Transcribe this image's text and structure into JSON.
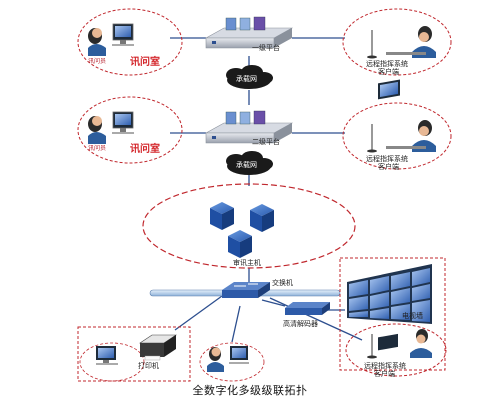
{
  "caption": "全数字化多级级联拓扑",
  "interrogation": {
    "officer_label": "讯问员",
    "room_label": "讯问室"
  },
  "platforms": {
    "level1": "一级平台",
    "level2": "二级平台"
  },
  "bearer_network": "承载网",
  "host": "审讯主机",
  "switch": "交换机",
  "decoder": "高清解码器",
  "video_wall": "电视墙",
  "printer": "打印机",
  "remote_client": {
    "line1": "远程指挥系统",
    "line2": "客户端"
  },
  "colors": {
    "dashed_border": "#c0272d",
    "link_line": "#2d4f8f",
    "cloud": "#1a1a1a",
    "server_blue": "#1f4fa3"
  }
}
